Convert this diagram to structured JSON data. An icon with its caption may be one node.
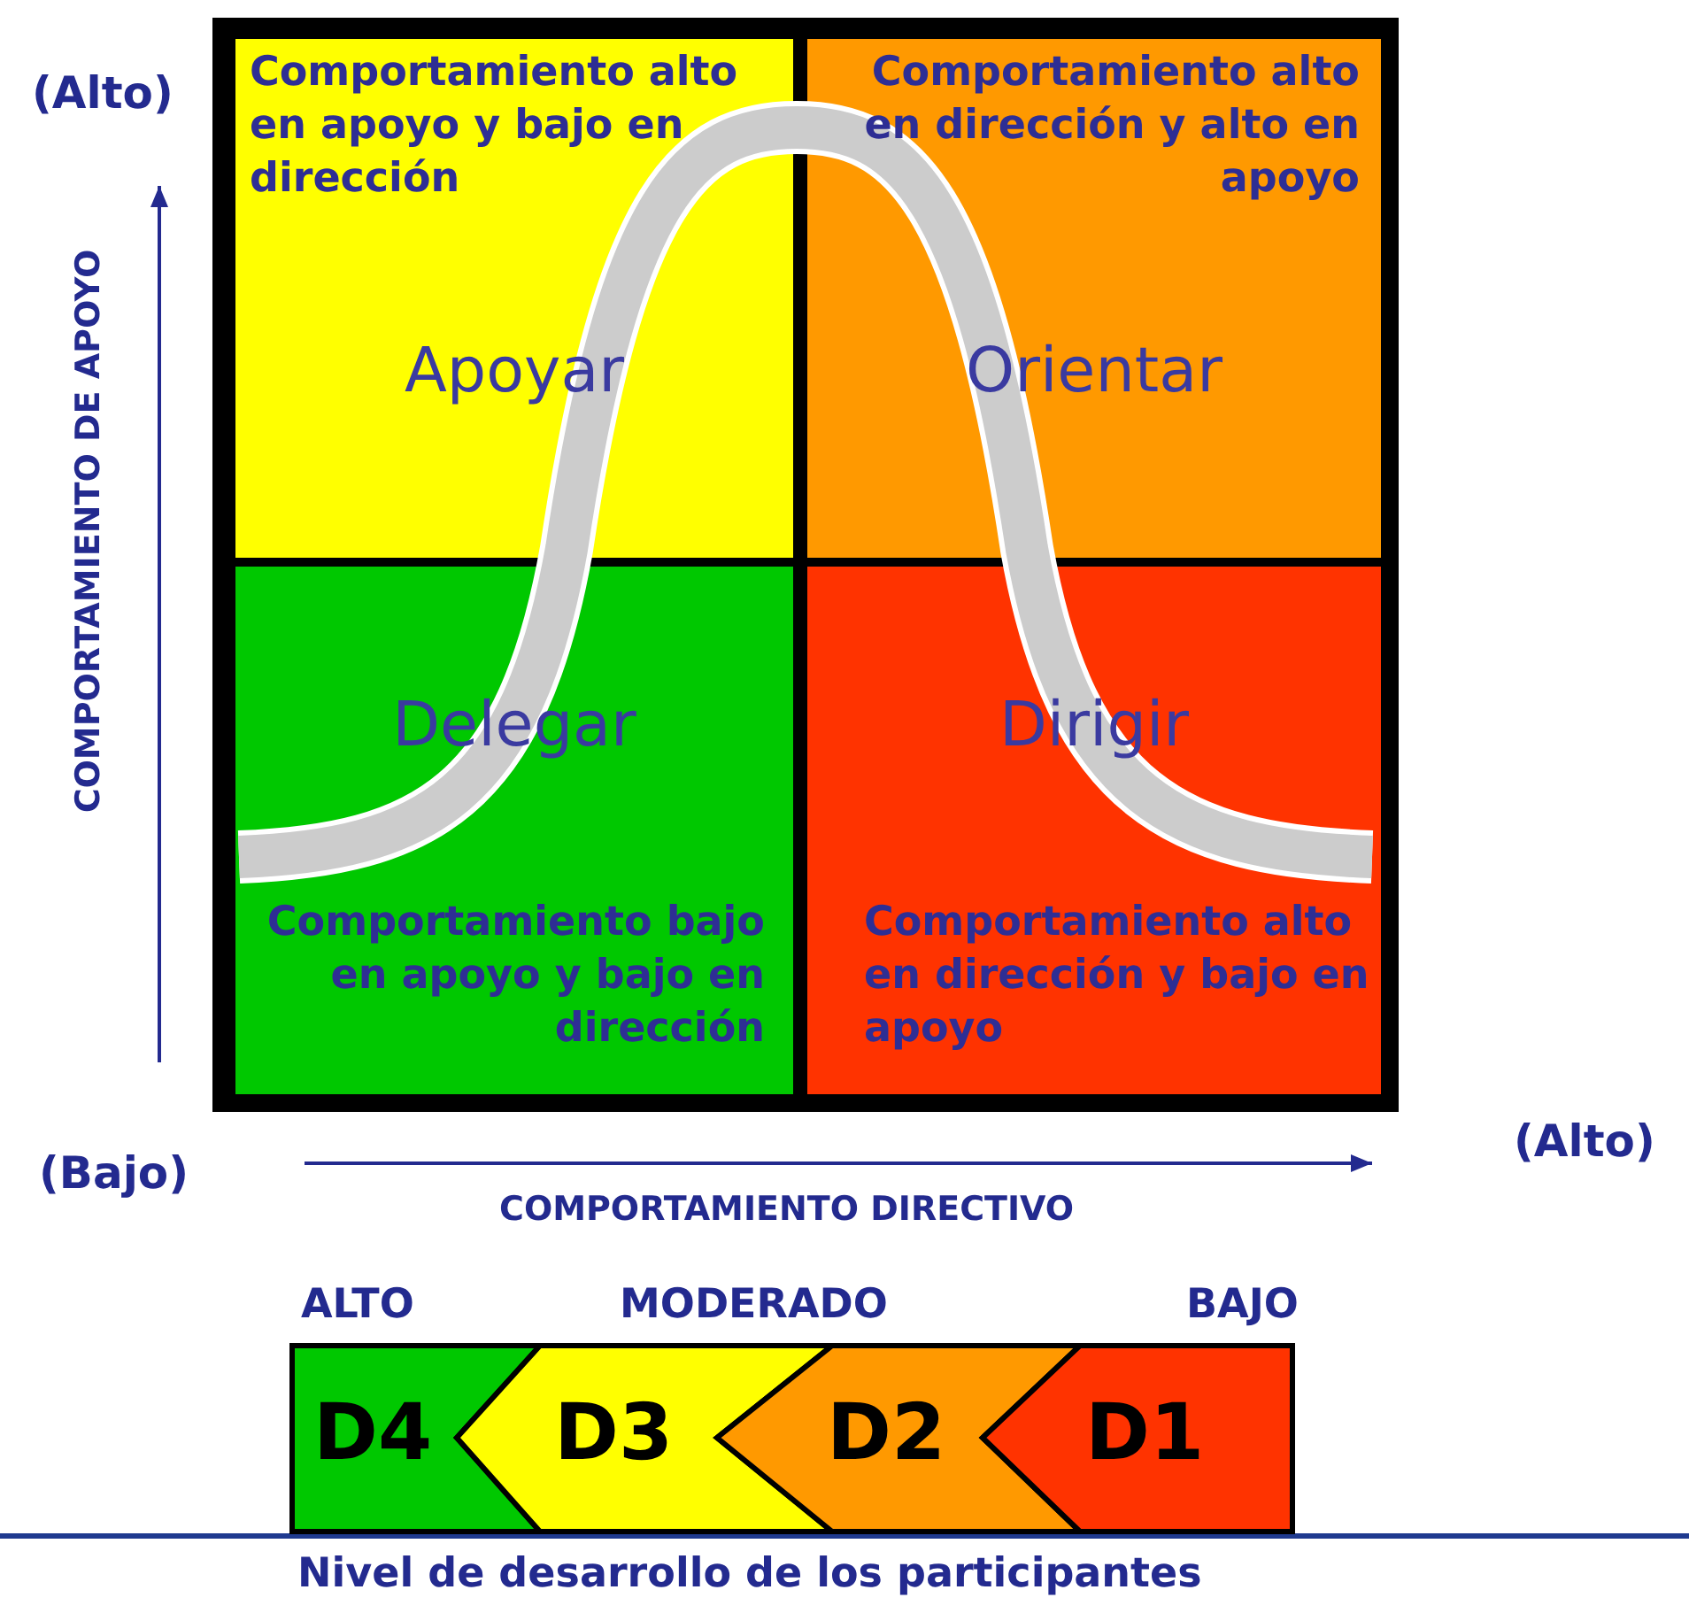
{
  "diagram": {
    "nodes": [
      {
        "text": [
          "Comportamiento alto en apoyo y bajo en dirección",
          "Apoyar"
        ]
      },
      {
        "text": [
          "Comportamiento alto en dirección y alto en apoyo",
          "Orientar"
        ]
      },
      {
        "text": [
          "Delegar",
          "Comportamiento bajo en apoyo y bajo en dirección"
        ]
      },
      {
        "text": [
          "Dirigir",
          "Comportamiento alto en dirección y bajo en apoyo"
        ]
      },
      {
        "text": [
          "D4"
        ]
      },
      {
        "text": [
          "D3"
        ]
      },
      {
        "text": [
          "D2"
        ]
      },
      {
        "text": [
          "D1"
        ]
      }
    ],
    "edges": [],
    "labels": [
      "(Alto)",
      "COMPORTAMIENTO DE APOYO",
      "(Bajo)",
      "COMPORTAMIENTO DIRECTIVO",
      "(Alto)",
      "ALTO",
      "MODERADO",
      "BAJO",
      "Nivel de desarrollo de los participantes"
    ]
  }
}
